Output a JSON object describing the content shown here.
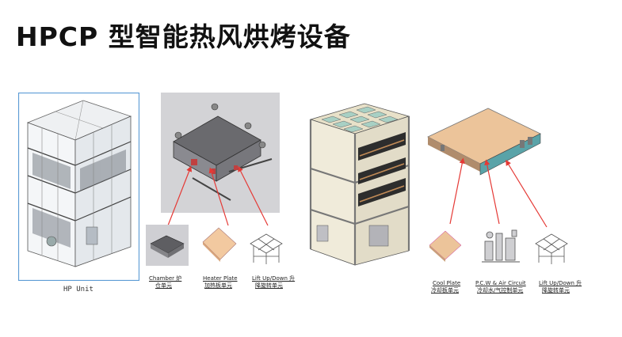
{
  "slide": {
    "title": "HPCP 型智能热风烘烤设备"
  },
  "hp_unit": {
    "label": "HP Unit"
  },
  "left_group": {
    "chamber": {
      "en": "Chamber 炉",
      "cn": "仓单元"
    },
    "heater_plate": {
      "en": "Heater Plate",
      "cn": "加热板单元"
    },
    "lift": {
      "en": "Lift Up/Down 升",
      "cn": "降旋转单元"
    }
  },
  "right_group": {
    "cool_plate": {
      "en": "Cool Plate",
      "cn": "冷却板单元"
    },
    "pcw_air": {
      "en": "P.C.W & Air Circuit",
      "cn": "冷却水/气控制单元"
    },
    "lift": {
      "en": "Lift Up/Down 升",
      "cn": "降旋转单元"
    }
  },
  "colors": {
    "arrow": "#e53935",
    "frame_border": "#5b9bd5",
    "heater": "#f2c9a0",
    "cool_plate": "#ecc49a"
  }
}
